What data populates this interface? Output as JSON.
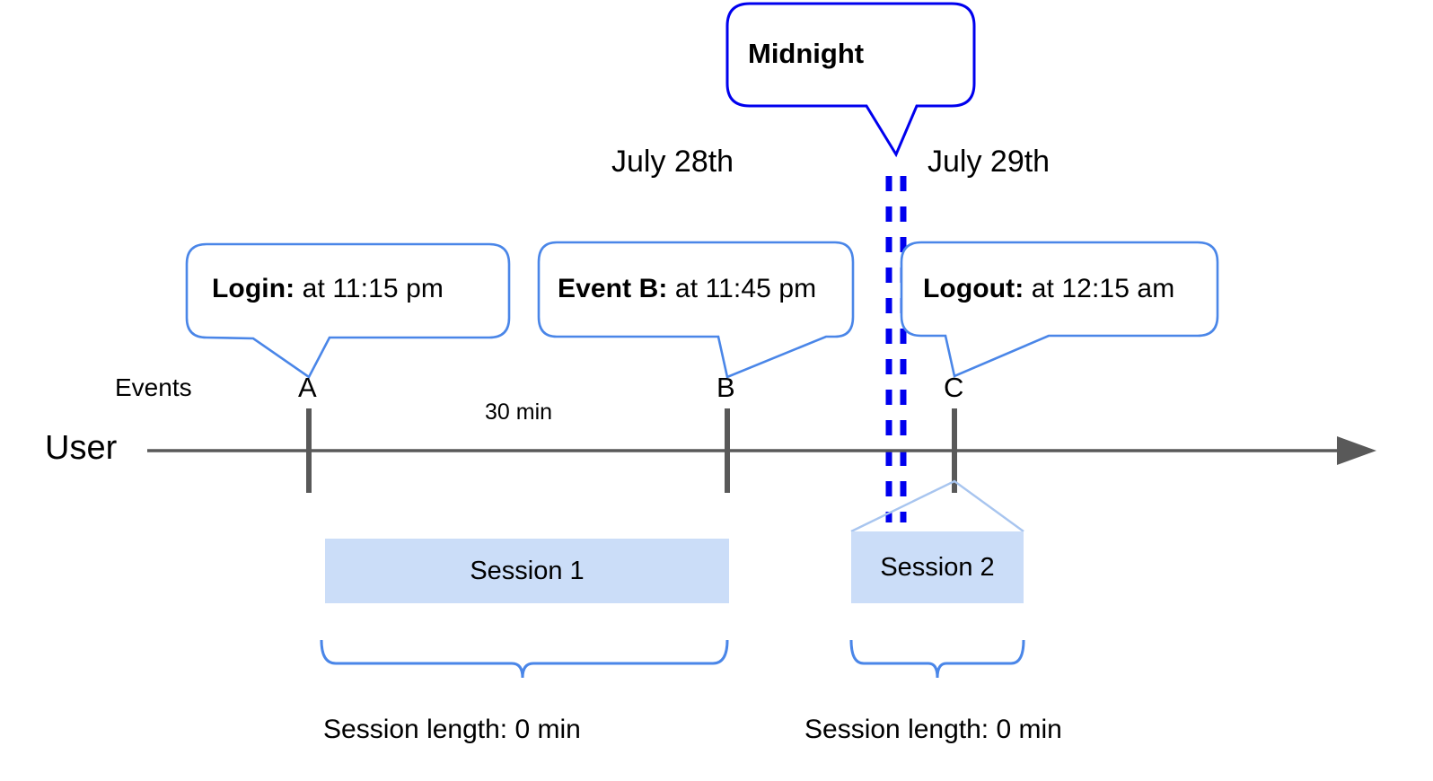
{
  "diagram": {
    "title_bubble": {
      "label": "Midnight"
    },
    "dates": [
      {
        "id": "date-july-28",
        "label": "July 28th"
      },
      {
        "id": "date-july-29",
        "label": "July 29th"
      }
    ],
    "callouts": [
      {
        "id": "callout-login",
        "bold": "Login:",
        "rest": " at 11:15 pm"
      },
      {
        "id": "callout-event-b",
        "bold": "Event B:",
        "rest": " at 11:45 pm"
      },
      {
        "id": "callout-logout",
        "bold": "Logout:",
        "rest": " at 12:15 am"
      }
    ],
    "axis": {
      "row_label": "User",
      "events_label": "Events",
      "gap_label": "30 min",
      "events": [
        {
          "id": "event-a",
          "letter": "A"
        },
        {
          "id": "event-b",
          "letter": "B"
        },
        {
          "id": "event-c",
          "letter": "C"
        }
      ]
    },
    "sessions": [
      {
        "id": "session-1",
        "label": "Session 1",
        "length_label": "Session length: 0 min"
      },
      {
        "id": "session-2",
        "label": "Session 2",
        "length_label": "Session length: 0 min"
      }
    ],
    "colors": {
      "midnight_blue": "#0000ee",
      "callout_blue": "#4a86e8",
      "session_fill": "#cbddf8",
      "axis_gray": "#595959",
      "text_black": "#000000"
    }
  }
}
